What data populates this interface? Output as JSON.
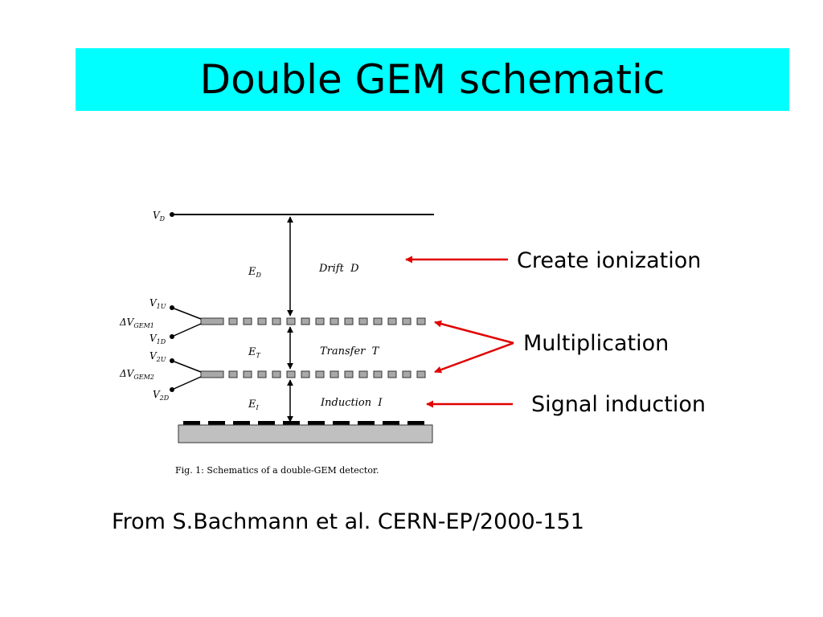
{
  "slide": {
    "title": "Double GEM schematic",
    "source": "From S.Bachmann et al. CERN-EP/2000-151"
  },
  "annotations": {
    "create_ionization": "Create ionization",
    "multiplication": "Multiplication",
    "signal_induction": "Signal induction"
  },
  "figure": {
    "caption": "Fig. 1: Schematics of a double-GEM detector.",
    "voltages": {
      "vd": "V",
      "vd_sub": "D",
      "v1u": "V",
      "v1u_sub": "1U",
      "dv_gem1": "ΔV",
      "dv_gem1_sub": "GEM1",
      "v1d": "V",
      "v1d_sub": "1D",
      "v2u": "V",
      "v2u_sub": "2U",
      "dv_gem2": "ΔV",
      "dv_gem2_sub": "GEM2",
      "v2d": "V",
      "v2d_sub": "2D"
    },
    "fields": {
      "ed": "E",
      "ed_sub": "D",
      "et": "E",
      "et_sub": "T",
      "ei": "E",
      "ei_sub": "I"
    },
    "regions": {
      "drift": "Drift  D",
      "transfer": "Transfer  T",
      "induction": "Induction  I"
    }
  },
  "colors": {
    "title_background": "#00ffff",
    "arrow": "#e00000",
    "readout_board": "#c0c0c0",
    "gem_foil": "#a8a8a8"
  }
}
